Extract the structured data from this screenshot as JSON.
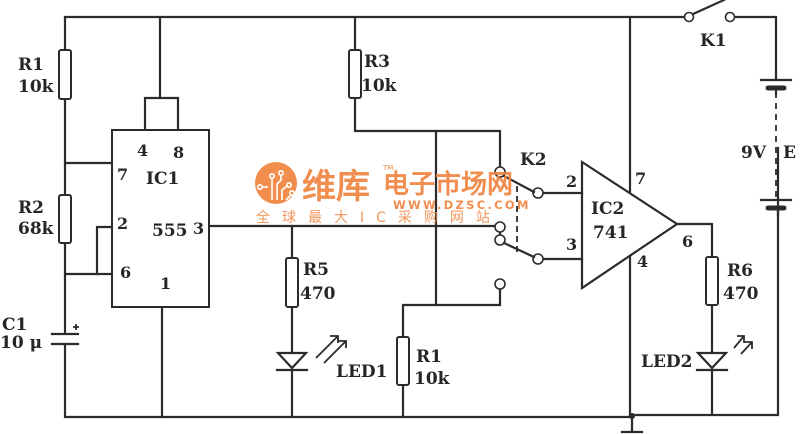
{
  "diagram": {
    "ic1": {
      "ref": "IC1",
      "part": "555",
      "pins": [
        "4",
        "8",
        "7",
        "2",
        "6",
        "3",
        "1"
      ]
    },
    "ic2": {
      "ref": "IC2",
      "part": "741",
      "pins": [
        "2",
        "3",
        "7",
        "4",
        "6"
      ]
    },
    "components": {
      "r1_timing": {
        "ref": "R1",
        "value": "10k"
      },
      "r2": {
        "ref": "R2",
        "value": "68k"
      },
      "c1": {
        "ref": "C1",
        "value": "10 μ"
      },
      "r3": {
        "ref": "R3",
        "value": "10k"
      },
      "r5": {
        "ref": "R5",
        "value": "470"
      },
      "led1": {
        "ref": "LED1"
      },
      "r1_lower": {
        "ref": "R1",
        "value": "10k"
      },
      "k2": {
        "ref": "K2"
      },
      "r6": {
        "ref": "R6",
        "value": "470"
      },
      "led2": {
        "ref": "LED2"
      },
      "k1": {
        "ref": "K1"
      },
      "battery": {
        "voltage": "9V",
        "ref": "E"
      }
    }
  },
  "watermark": {
    "brand": "维库",
    "tagline": "电子市场网",
    "trademark": "TM",
    "url": "WWW.DZSC.COM",
    "slogan": "全球最大IC采购网站",
    "color": "#f0843f"
  },
  "colors": {
    "ink": "#2b2b2b",
    "background": "#ffffff"
  }
}
